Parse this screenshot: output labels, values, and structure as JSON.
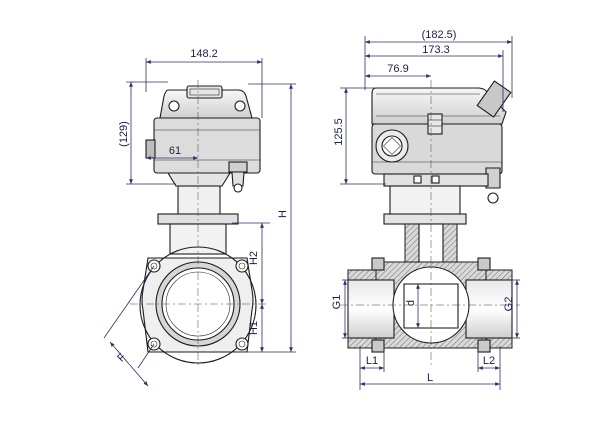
{
  "left_view": {
    "dims": {
      "width_top": "148.2",
      "height_actuator": "(129)",
      "offset_61": "61",
      "H": "H",
      "H2": "H2",
      "H1": "H1",
      "F": "F"
    }
  },
  "right_view": {
    "dims": {
      "overall_width": "(182.5)",
      "width_173": "173.3",
      "width_76": "76.9",
      "height_125": "125.5",
      "G1": "G1",
      "G2": "G2",
      "d": "d",
      "L1": "L1",
      "L2": "L2",
      "L": "L"
    }
  },
  "colors": {
    "metal_light": "#eeeeee",
    "metal_mid": "#d8d8d8",
    "metal_dark": "#b5b5b5",
    "dim_line": "#2b2f6b"
  }
}
